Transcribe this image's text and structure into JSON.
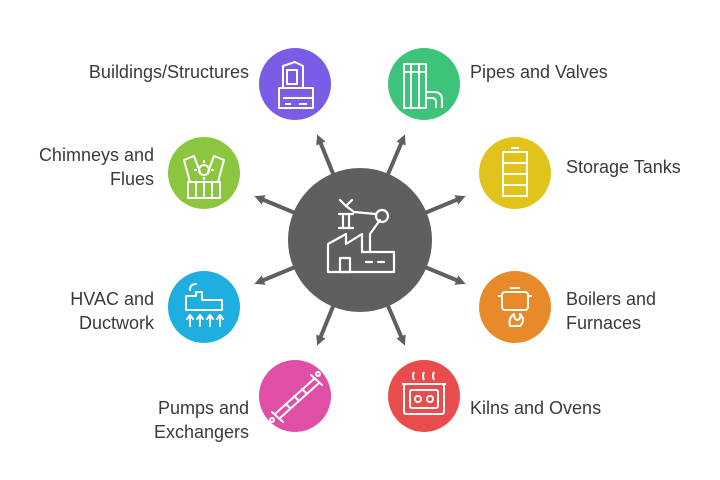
{
  "hub": {
    "icon": "factory-icon",
    "color": "#5f5f5f"
  },
  "nodes": [
    {
      "id": "buildings",
      "lines": [
        "Buildings/Structures"
      ],
      "color": "#7b5ce6",
      "icon": "building-icon"
    },
    {
      "id": "pipes",
      "lines": [
        "Pipes and Valves"
      ],
      "color": "#3ec37a",
      "icon": "pipes-icon"
    },
    {
      "id": "chimneys",
      "lines": [
        "Chimneys and",
        "Flues"
      ],
      "color": "#8cc63f",
      "icon": "chimney-icon"
    },
    {
      "id": "storage",
      "lines": [
        "Storage Tanks"
      ],
      "color": "#e2c31c",
      "icon": "tank-icon"
    },
    {
      "id": "hvac",
      "lines": [
        "HVAC and",
        "Ductwork"
      ],
      "color": "#1eaee0",
      "icon": "hvac-icon"
    },
    {
      "id": "boilers",
      "lines": [
        "Boilers and",
        "Furnaces"
      ],
      "color": "#e8892a",
      "icon": "boiler-icon"
    },
    {
      "id": "pumps",
      "lines": [
        "Pumps and",
        "Exchangers"
      ],
      "color": "#e04fa6",
      "icon": "pump-icon"
    },
    {
      "id": "kilns",
      "lines": [
        "Kilns and Ovens"
      ],
      "color": "#e84c4c",
      "icon": "kiln-icon"
    }
  ]
}
